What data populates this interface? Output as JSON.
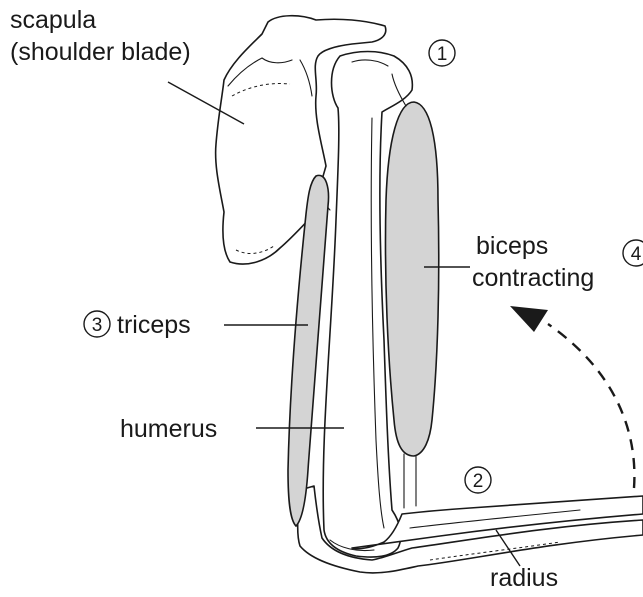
{
  "labels": {
    "scapula_line1": "scapula",
    "scapula_line2": "(shoulder blade)",
    "triceps": "triceps",
    "humerus": "humerus",
    "biceps_line1": "biceps",
    "biceps_line2": "contracting",
    "radius": "radius"
  },
  "markers": {
    "m1": "1",
    "m2": "2",
    "m3": "3",
    "m4": "4"
  },
  "colors": {
    "muscle": "#d4d4d4",
    "line": "#1a1a1a"
  }
}
